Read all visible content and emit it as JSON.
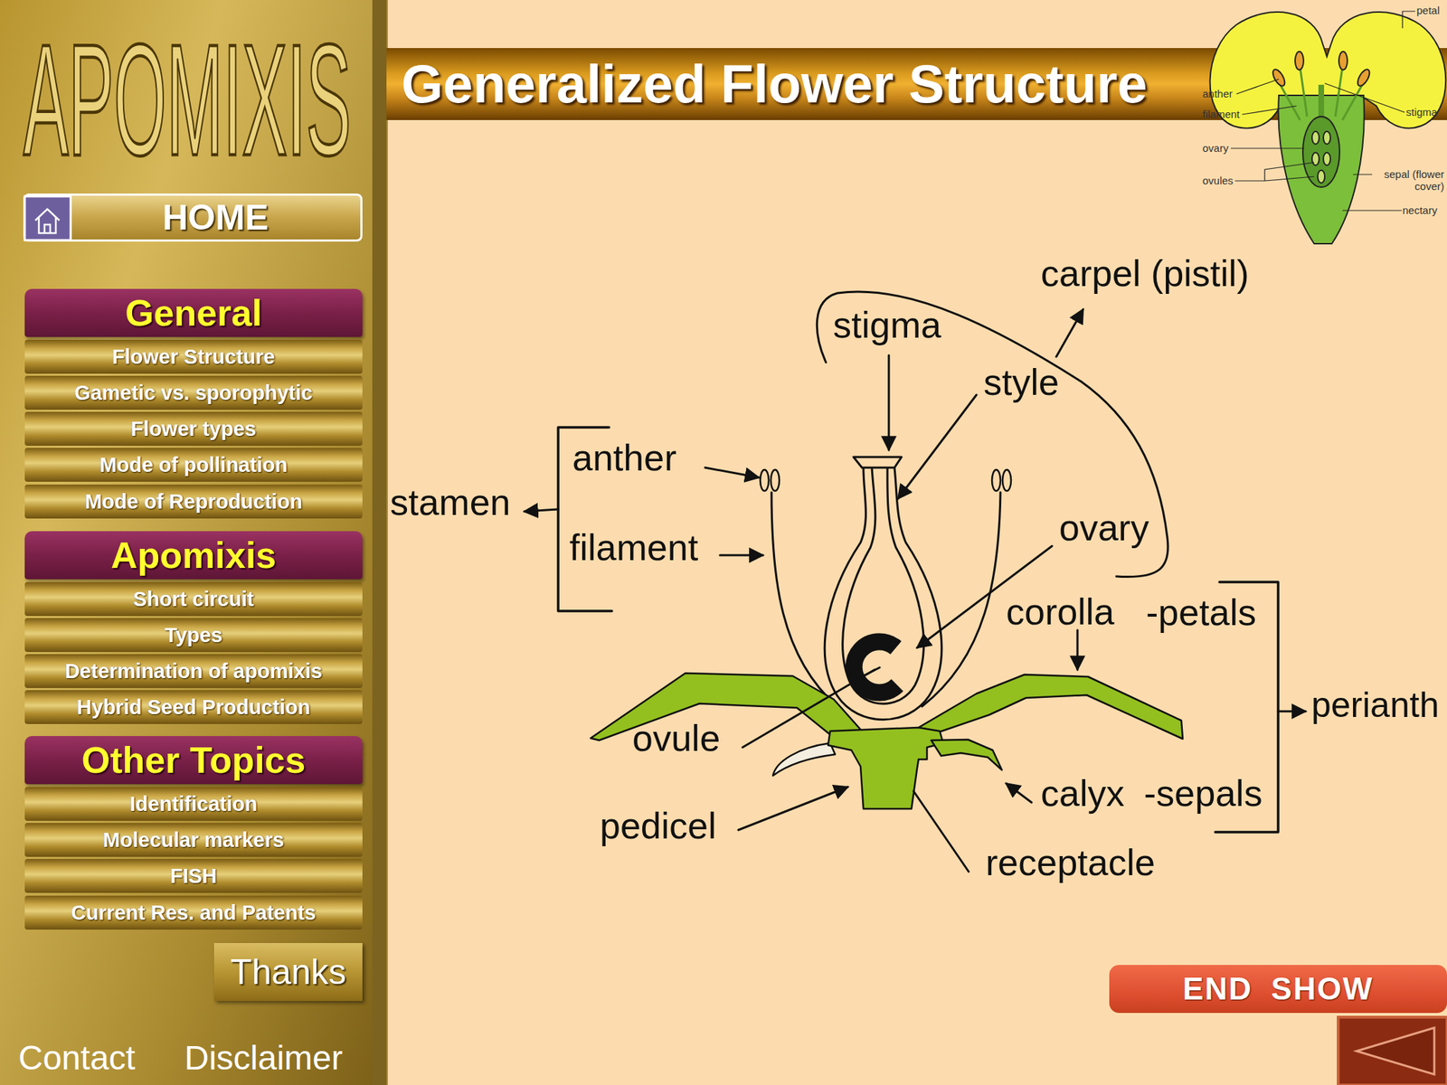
{
  "diagram": {
    "title": "Generalized Flower Structure",
    "nodes": [
      {
        "text": [
          "HOME"
        ]
      },
      {
        "text": [
          "General"
        ]
      },
      {
        "text": [
          "Flower Structure"
        ]
      },
      {
        "text": [
          "Gametic vs. sporophytic"
        ]
      },
      {
        "text": [
          "Flower types"
        ]
      },
      {
        "text": [
          "Mode of pollination"
        ]
      },
      {
        "text": [
          "Mode of Reproduction"
        ]
      },
      {
        "text": [
          "Apomixis"
        ]
      },
      {
        "text": [
          "Short circuit"
        ]
      },
      {
        "text": [
          "Types"
        ]
      },
      {
        "text": [
          "Determination of apomixis"
        ]
      },
      {
        "text": [
          "Hybrid Seed Production"
        ]
      },
      {
        "text": [
          "Other Topics"
        ]
      },
      {
        "text": [
          "Identification"
        ]
      },
      {
        "text": [
          "Molecular markers"
        ]
      },
      {
        "text": [
          "FISH"
        ]
      },
      {
        "text": [
          "Current Res. and Patents"
        ]
      },
      {
        "text": [
          "Thanks"
        ]
      },
      {
        "text": [
          "END SHOW"
        ]
      }
    ],
    "labels": [
      "APOMIXIS",
      "petal",
      "anther",
      "filament",
      "stigma",
      "ovary",
      "ovules",
      "sepal (flower cover)",
      "nectary",
      "carpel (pistil)",
      "stigma",
      "style",
      "anther",
      "stamen",
      "filament",
      "ovary",
      "corolla",
      "-petals",
      "perianth",
      "ovule",
      "calyx",
      "-sepals",
      "pedicel",
      "receptacle",
      "Contact",
      "Disclaimer"
    ]
  }
}
